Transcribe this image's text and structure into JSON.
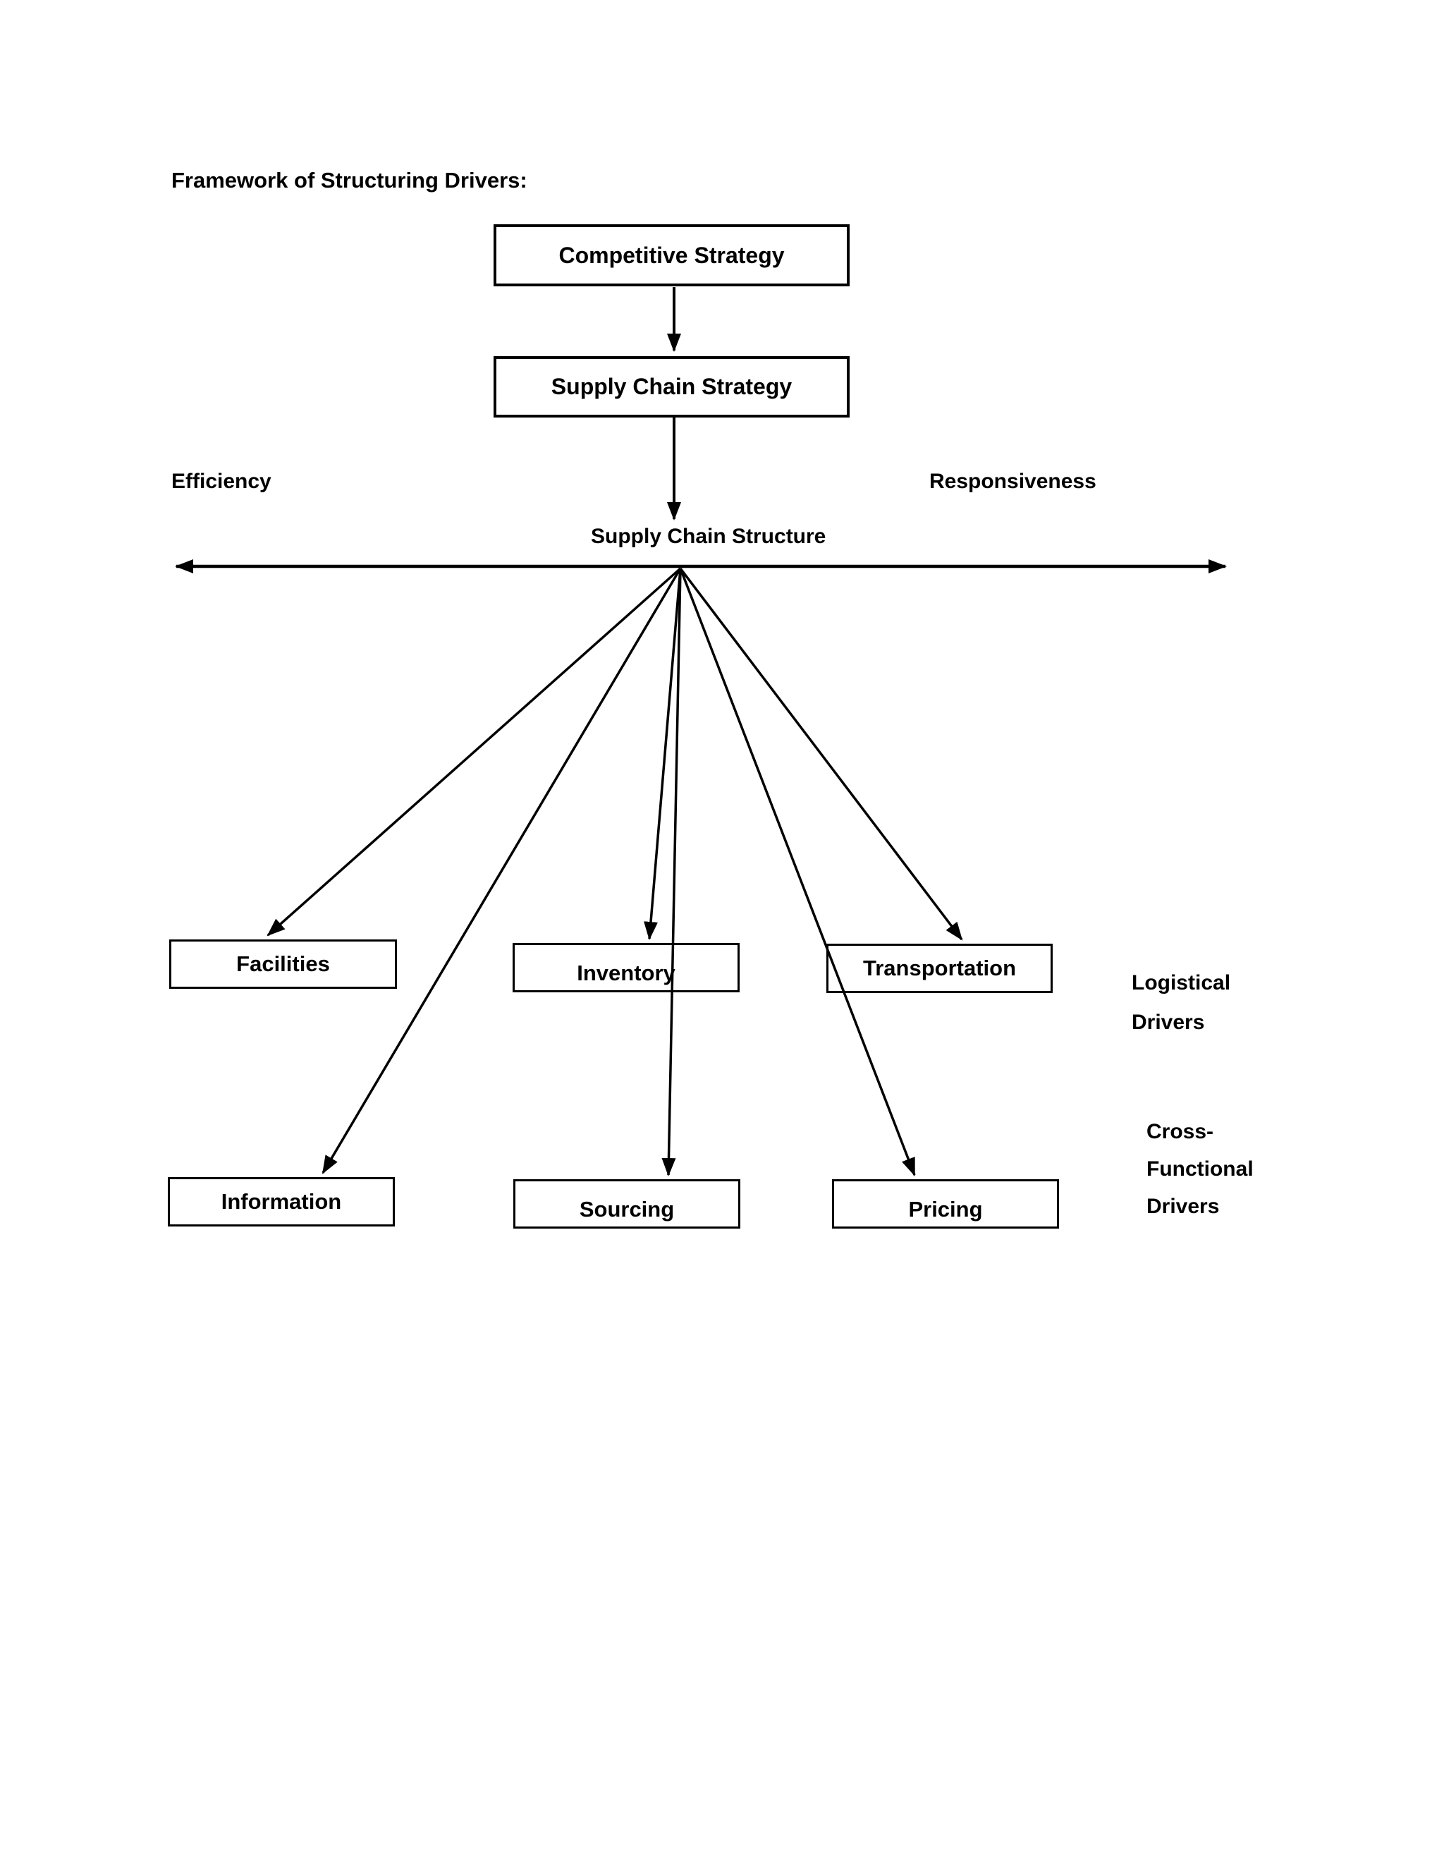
{
  "page": {
    "background": "#ffffff",
    "ink_color": "#000000",
    "title": "Framework of Structuring Drivers:"
  },
  "strategy_flow": {
    "competitive_strategy": "Competitive Strategy",
    "supply_chain_strategy": "Supply Chain Strategy",
    "structure_label": "Supply Chain Structure"
  },
  "spectrum": {
    "left_label": "Efficiency",
    "right_label": "Responsiveness"
  },
  "driver_boxes": [
    {
      "label": "Facilities",
      "category": "Logistical Drivers"
    },
    {
      "label": "Inventory",
      "category": "Logistical Drivers"
    },
    {
      "label": "Transportation",
      "category": "Logistical Drivers"
    },
    {
      "label": "Information",
      "category": "Cross-Functional Drivers"
    },
    {
      "label": "Sourcing",
      "category": "Cross-Functional Drivers"
    },
    {
      "label": "Pricing",
      "category": "Cross-Functional Drivers"
    }
  ],
  "side_labels": {
    "logistical": {
      "lines": [
        "Logistical",
        "Drivers"
      ]
    },
    "cross_functional": {
      "lines": [
        "Cross-",
        "Functional",
        "Drivers"
      ]
    }
  },
  "connections": [
    {
      "from": "Competitive Strategy",
      "to": "Supply Chain Strategy",
      "style": "arrow"
    },
    {
      "from": "Supply Chain Strategy",
      "to": "Supply Chain Structure",
      "style": "arrow"
    },
    {
      "from": "Efficiency",
      "to": "Responsiveness",
      "style": "double-headed-arrow"
    },
    {
      "from": "Supply Chain Structure",
      "to": "Facilities",
      "style": "arrow"
    },
    {
      "from": "Supply Chain Structure",
      "to": "Information",
      "style": "arrow"
    },
    {
      "from": "Supply Chain Structure",
      "to": "Inventory",
      "style": "arrow"
    },
    {
      "from": "Supply Chain Structure",
      "to": "Sourcing",
      "style": "arrow"
    },
    {
      "from": "Supply Chain Structure",
      "to": "Transportation",
      "style": "arrow"
    },
    {
      "from": "Supply Chain Structure",
      "to": "Pricing",
      "style": "arrow"
    }
  ]
}
